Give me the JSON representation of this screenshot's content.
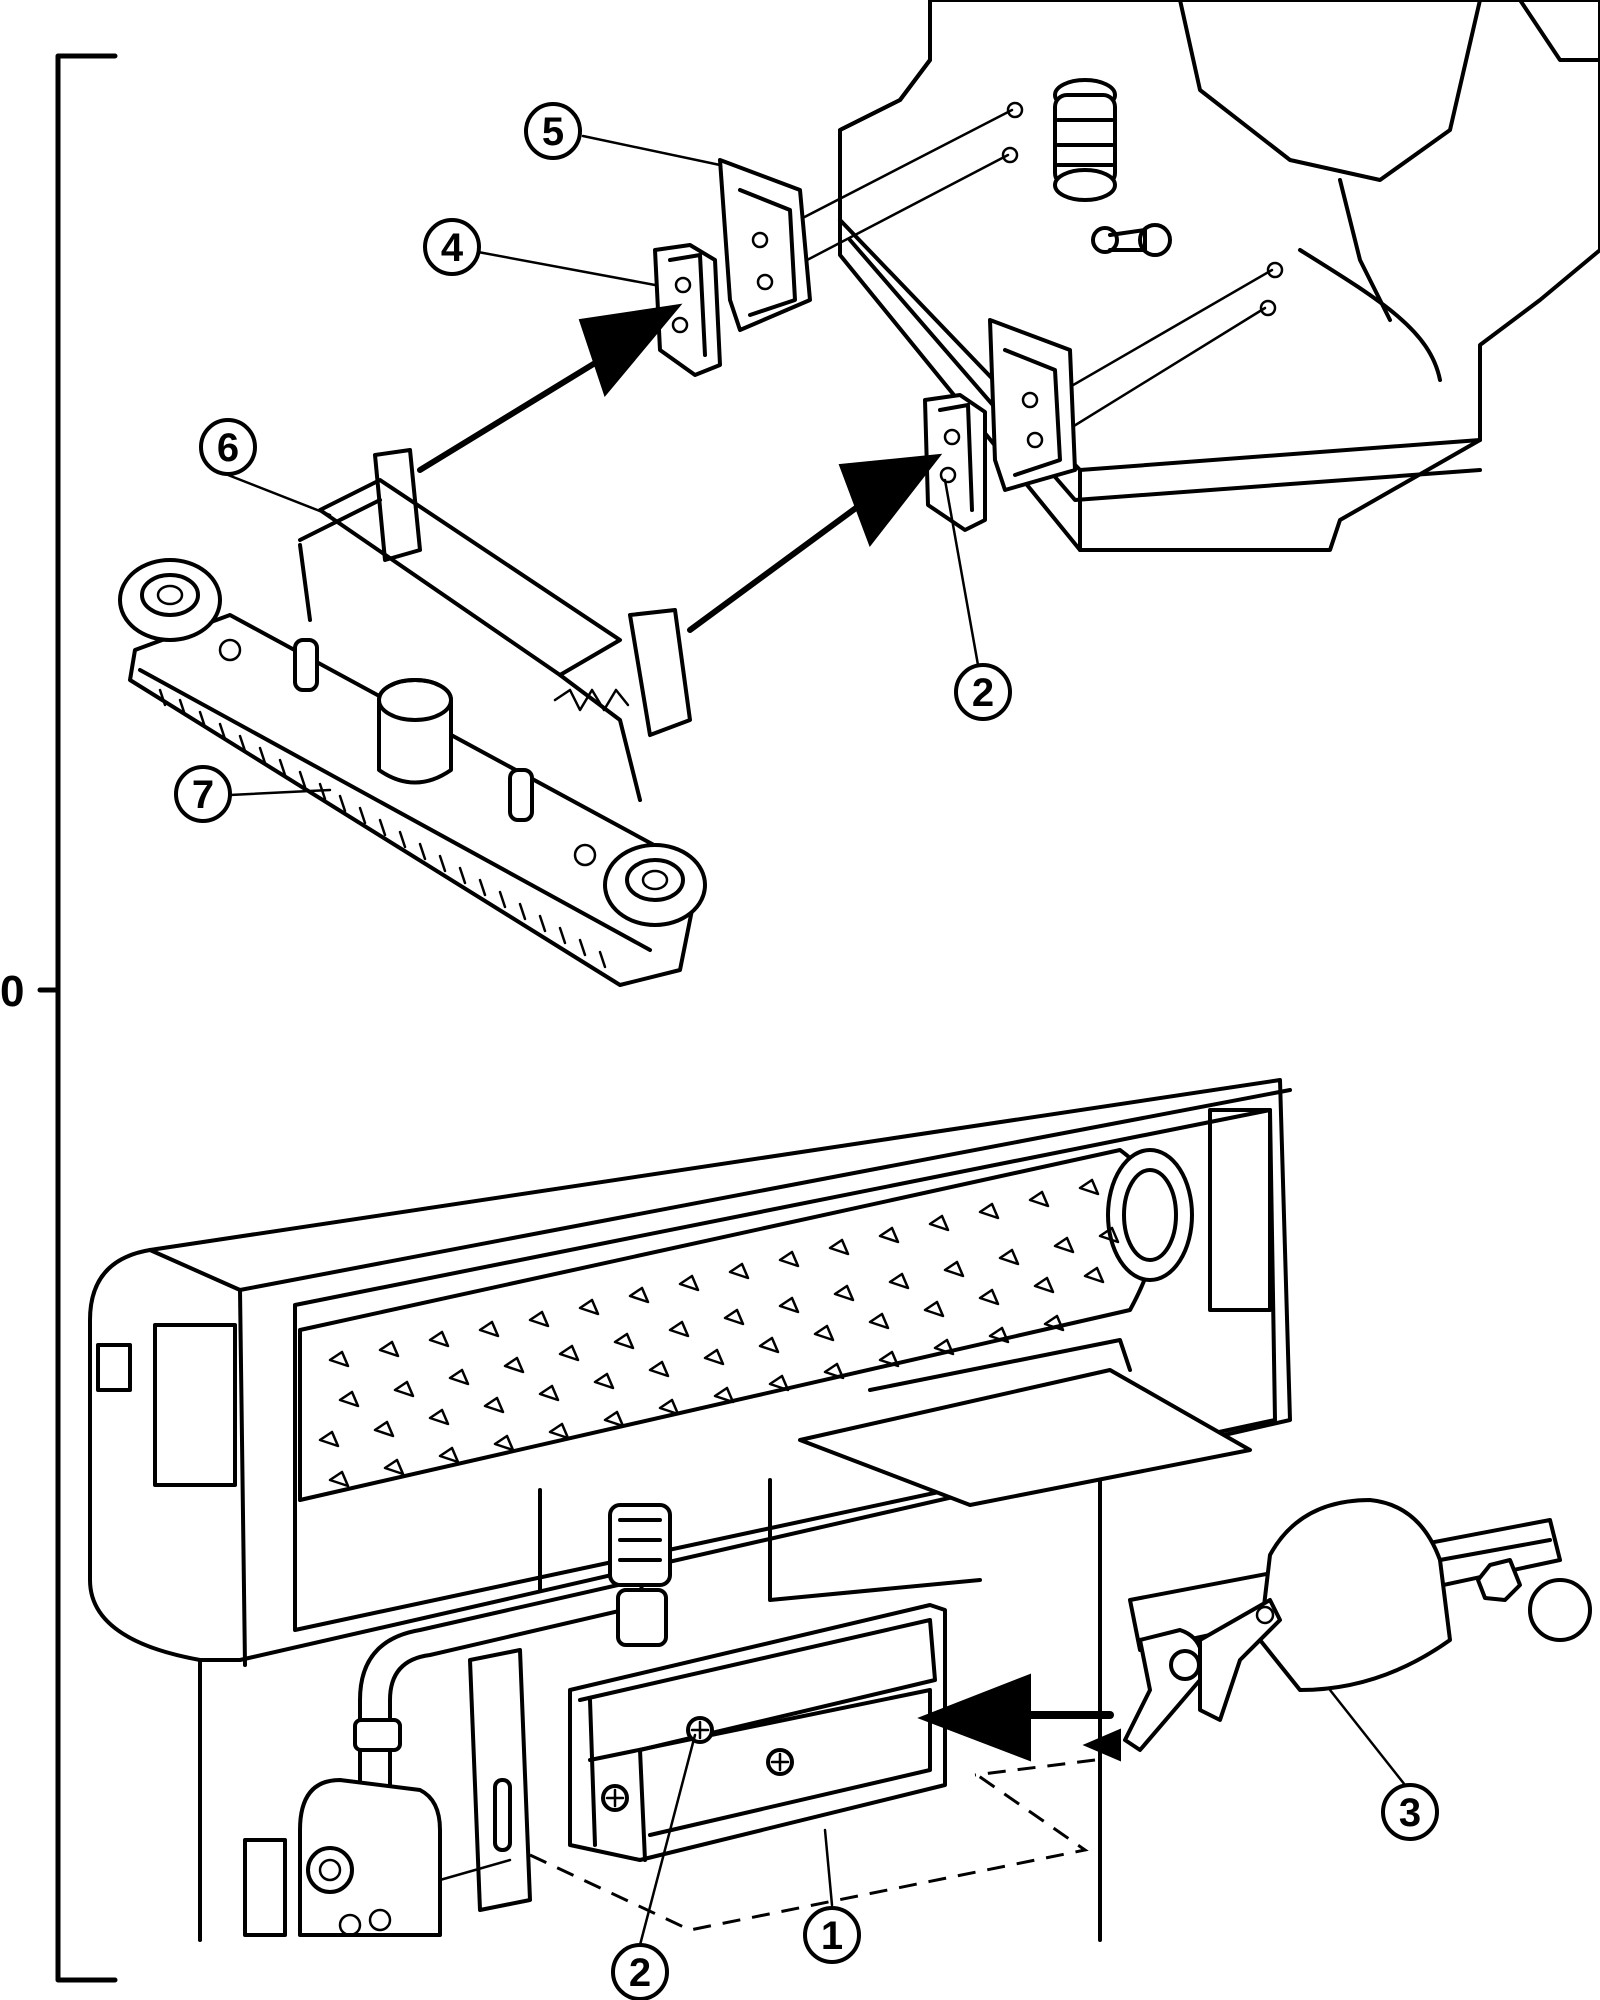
{
  "figure": {
    "bracket_label": "0",
    "callouts": [
      {
        "id": "c5",
        "label": "5"
      },
      {
        "id": "c4",
        "label": "4"
      },
      {
        "id": "c6",
        "label": "6"
      },
      {
        "id": "c7",
        "label": "7"
      },
      {
        "id": "c2-upper",
        "label": "2"
      },
      {
        "id": "c3",
        "label": "3"
      },
      {
        "id": "c2-lower",
        "label": "2"
      },
      {
        "id": "c1",
        "label": "1"
      }
    ]
  }
}
